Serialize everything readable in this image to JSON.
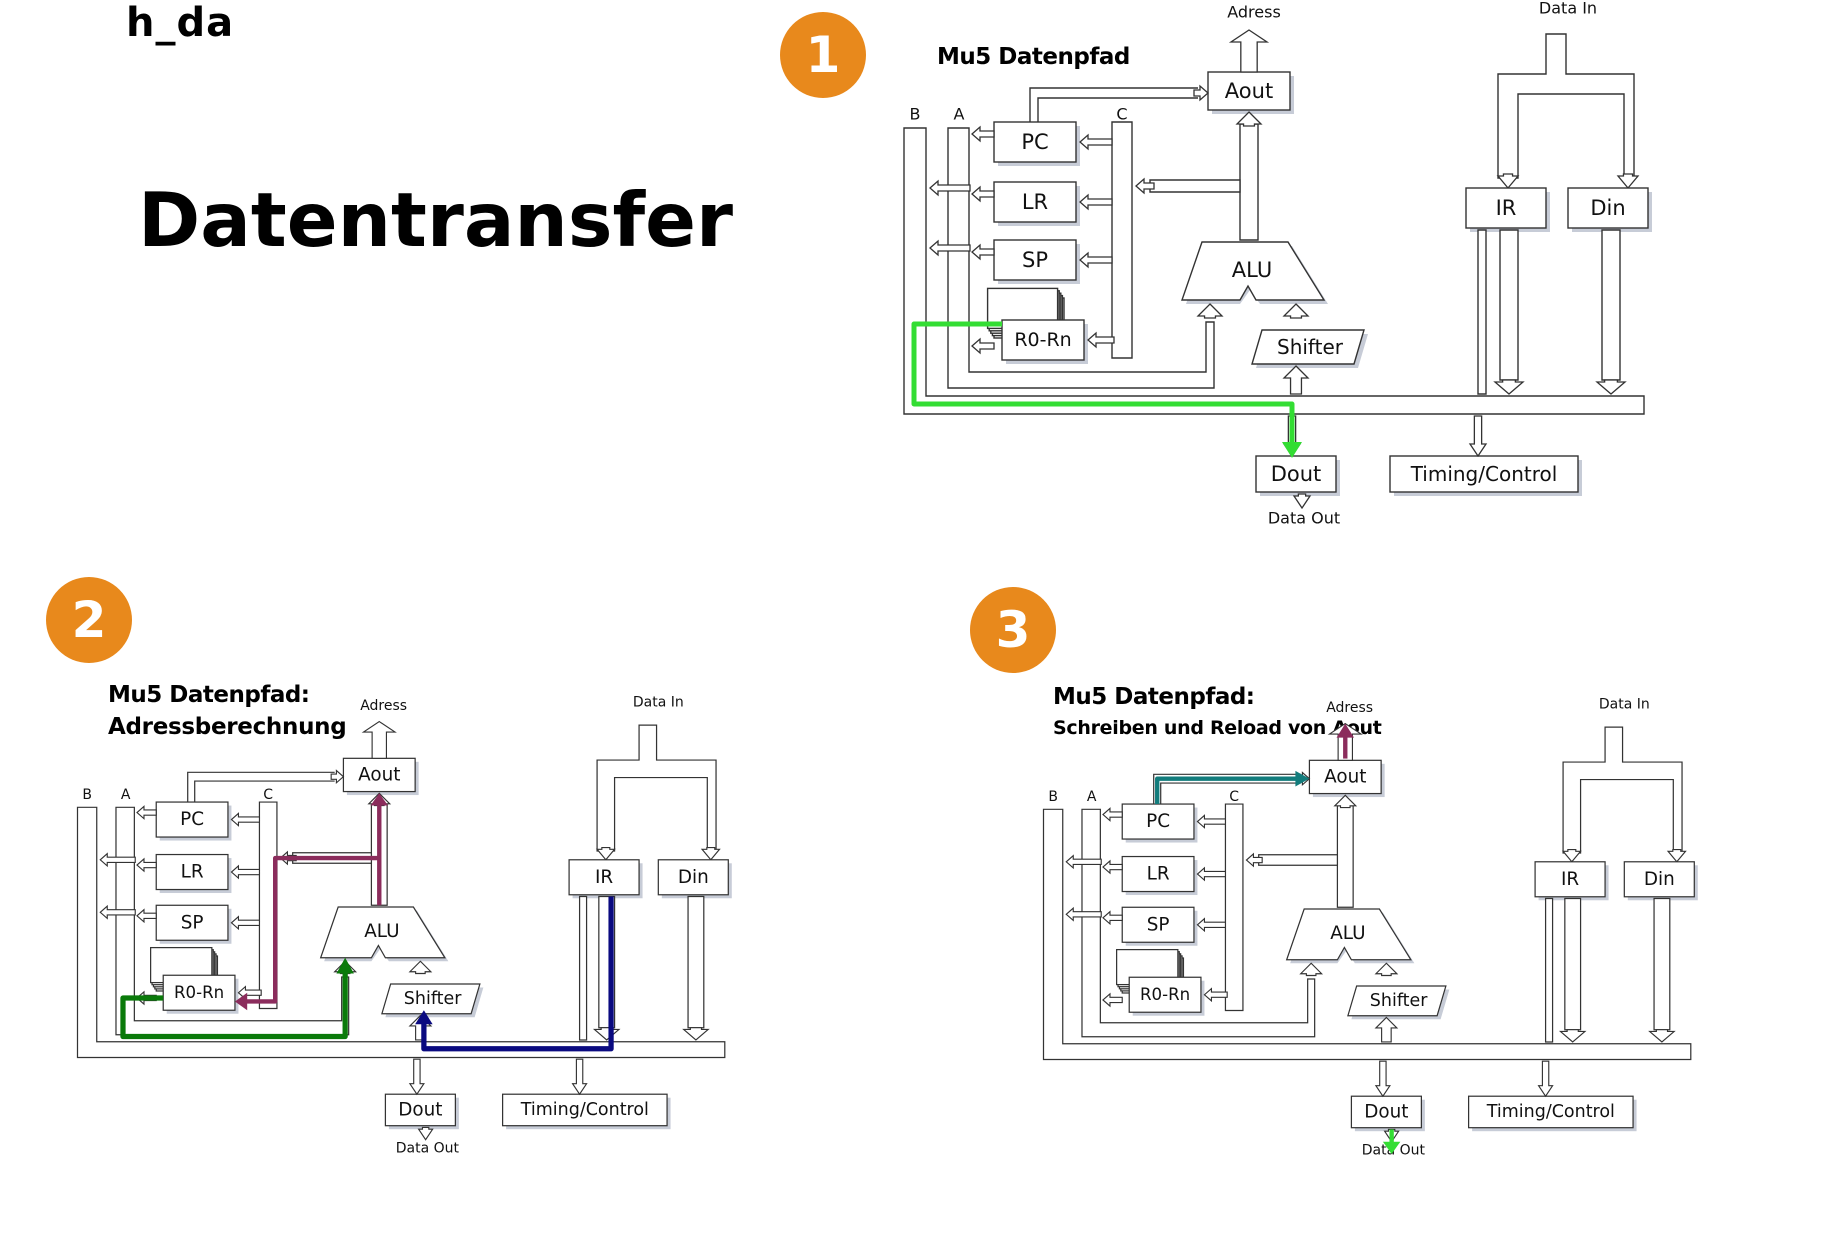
{
  "header": {
    "logo": "h_da",
    "title": "Datentransfer"
  },
  "colors": {
    "badge": "#E8891C",
    "highlight_green": "#33DD33",
    "highlight_dark_green": "#0A7A0A",
    "highlight_purple": "#8B2C5C",
    "highlight_navy": "#0A0A80",
    "highlight_teal": "#127C7C"
  },
  "panels": [
    {
      "number": "1",
      "title": "Mu5 Datenpfad",
      "subtitle": ""
    },
    {
      "number": "2",
      "title": "Mu5 Datenpfad:",
      "subtitle": "Adressberechnung"
    },
    {
      "number": "3",
      "title": "Mu5 Datenpfad:",
      "subtitle": "Schreiben und Reload von Aout"
    }
  ],
  "diagram": {
    "adress": "Adress",
    "data_in": "Data In",
    "data_out": "Data Out",
    "bus_b": "B",
    "bus_a": "A",
    "bus_c": "C",
    "aout": "Aout",
    "pc": "PC",
    "lr": "LR",
    "sp": "SP",
    "r0rn": "R0-Rn",
    "alu": "ALU",
    "shifter": "Shifter",
    "ir": "IR",
    "din": "Din",
    "dout": "Dout",
    "timing": "Timing/Control"
  }
}
